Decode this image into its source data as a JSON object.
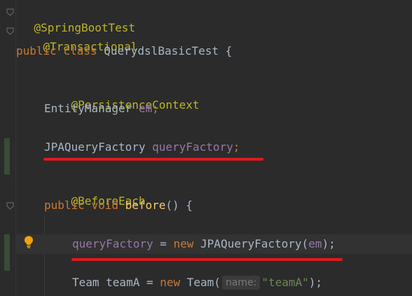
{
  "code": {
    "line1": {
      "annotation": "@SpringBootTest"
    },
    "line2": {
      "annotation": "@Transactional"
    },
    "line3": {
      "kw_public": "public",
      "kw_class": "class",
      "class_name": "QuerydslBasicTest",
      "brace": "{"
    },
    "line4": {
      "annotation": "@PersistenceContext"
    },
    "line5": {
      "type": "EntityManager",
      "field": "em",
      "semi": ";"
    },
    "line6": {
      "type": "JPAQueryFactory",
      "field": "queryFactory",
      "semi": ";"
    },
    "line7": {
      "annotation": "@BeforeEach"
    },
    "line8": {
      "kw_public": "public",
      "kw_void": "void",
      "method": "before",
      "rest": "() {"
    },
    "line9": {
      "field": "queryFactory",
      "eq": " = ",
      "kw_new": "new",
      "type": " JPAQueryFactory(",
      "arg": "em",
      "close": ");"
    },
    "line10": {
      "type": "Team",
      "var": " teamA = ",
      "kw_new": "new",
      "ctor": " Team(",
      "hint": "name:",
      "str": "\"teamA\"",
      "close": ");"
    }
  },
  "colors": {
    "background": "#2b2b2b",
    "keyword": "#cc7832",
    "annotation": "#bbb529",
    "field": "#9876aa",
    "method": "#ffc66d",
    "string": "#6a8759",
    "plain": "#a9b7c6",
    "highlight_underline": "#e0191d"
  },
  "icons": {
    "fold": "fold-arrow-icon",
    "intention": "lightbulb-icon"
  }
}
